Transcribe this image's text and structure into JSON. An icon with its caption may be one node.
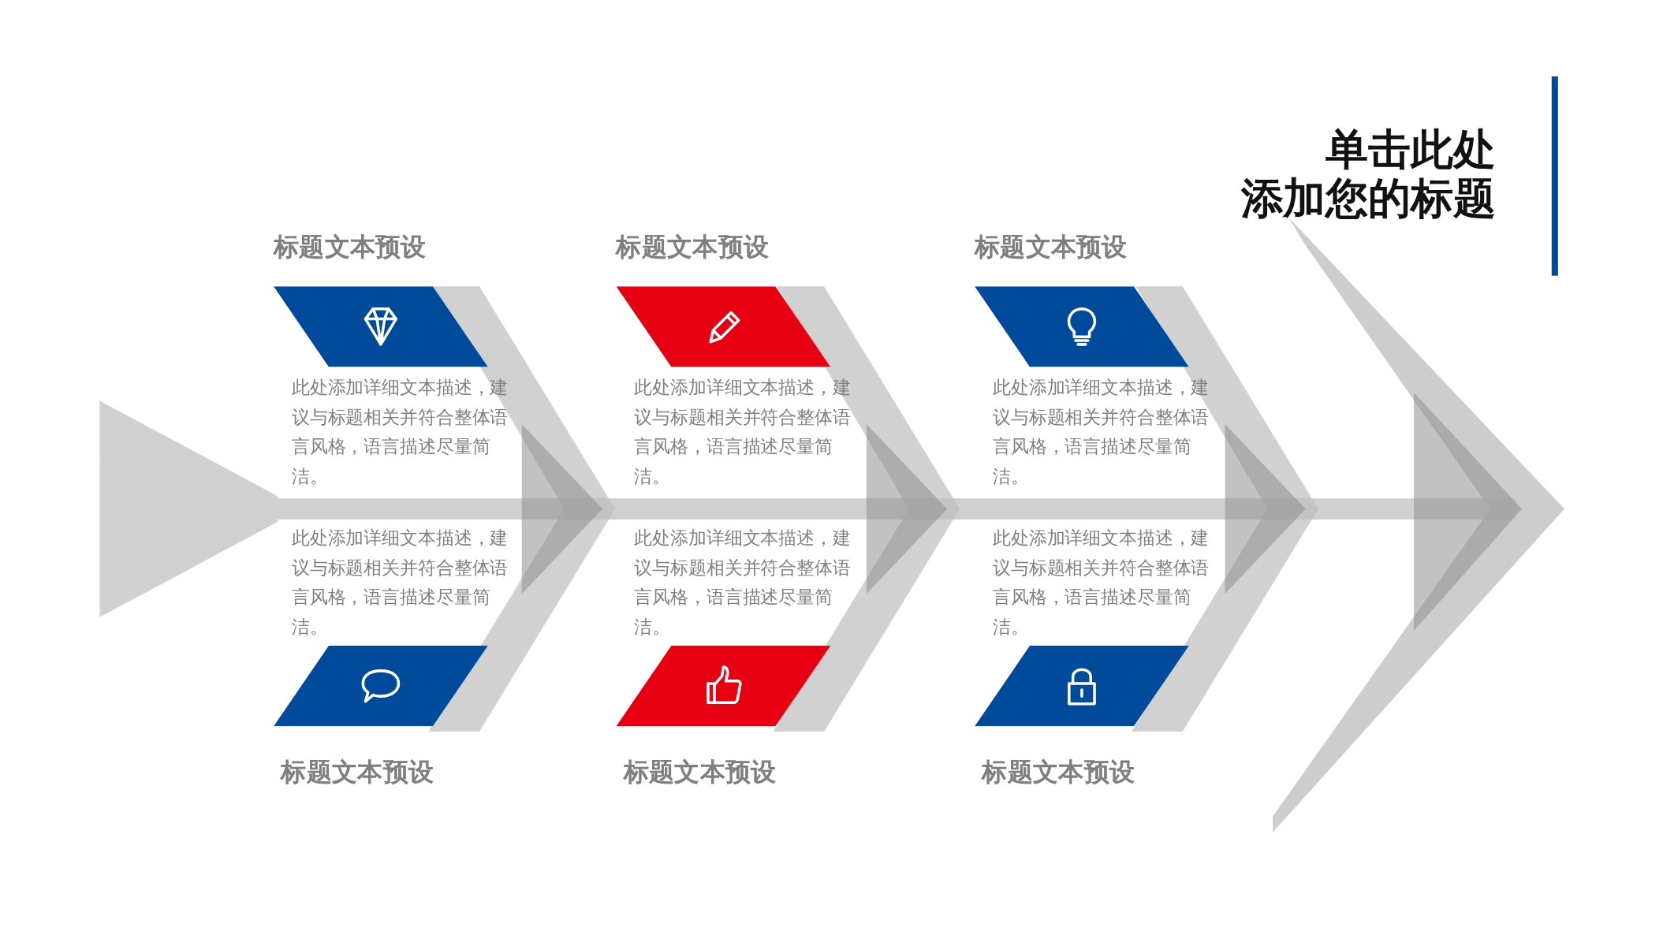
{
  "diagram": {
    "title": "单击此处添加您的标题",
    "nodes": [
      {
        "text": [
          "标题文本预设"
        ],
        "beside": [
          "此处添加详细文本描述，建议与标题相关并符合整体语言风格，语言描述尽量简洁。"
        ]
      },
      {
        "text": [
          "标题文本预设"
        ],
        "beside": [
          "此处添加详细文本描述，建议与标题相关并符合整体语言风格，语言描述尽量简洁。"
        ]
      },
      {
        "text": [
          "标题文本预设"
        ],
        "beside": [
          "此处添加详细文本描述，建议与标题相关并符合整体语言风格，语言描述尽量简洁。"
        ]
      },
      {
        "text": [
          "标题文本预设"
        ],
        "beside": [
          "此处添加详细文本描述，建议与标题相关并符合整体语言风格，语言描述尽量简洁。"
        ]
      },
      {
        "text": [
          "标题文本预设"
        ],
        "beside": [
          "此处添加详细文本描述，建议与标题相关并符合整体语言风格，语言描述尽量简洁。"
        ]
      },
      {
        "text": [
          "标题文本预设"
        ],
        "beside": [
          "此处添加详细文本描述，建议与标题相关并符合整体语言风格，语言描述尽量简洁。"
        ]
      }
    ]
  }
}
